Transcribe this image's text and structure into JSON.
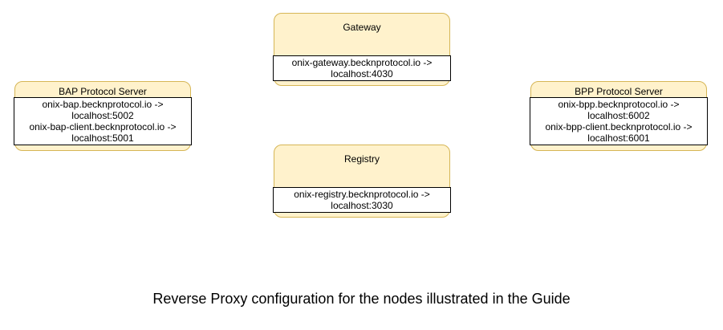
{
  "diagram": {
    "caption": "Reverse Proxy configuration for the nodes illustrated in the Guide",
    "colors": {
      "node_fill": "#FFF2CC",
      "node_border": "#D6B656",
      "label_fill": "#FFFFFF",
      "label_border": "#000000",
      "text": "#000000",
      "background": "#FFFFFF"
    },
    "nodes": [
      {
        "id": "gateway",
        "title": "Gateway",
        "lines": [
          "onix-gateway.becknprotocol.io ->",
          "localhost:4030"
        ]
      },
      {
        "id": "bap-protocol-server",
        "title": "BAP Protocol Server",
        "lines": [
          "onix-bap.becknprotocol.io ->",
          "localhost:5002",
          "onix-bap-client.becknprotocol.io ->",
          "localhost:5001"
        ]
      },
      {
        "id": "bpp-protocol-server",
        "title": "BPP Protocol Server",
        "lines": [
          "onix-bpp.becknprotocol.io ->",
          "localhost:6002",
          "onix-bpp-client.becknprotocol.io ->",
          "localhost:6001"
        ]
      },
      {
        "id": "registry",
        "title": "Registry",
        "lines": [
          "onix-registry.becknprotocol.io ->",
          "localhost:3030"
        ]
      }
    ]
  }
}
